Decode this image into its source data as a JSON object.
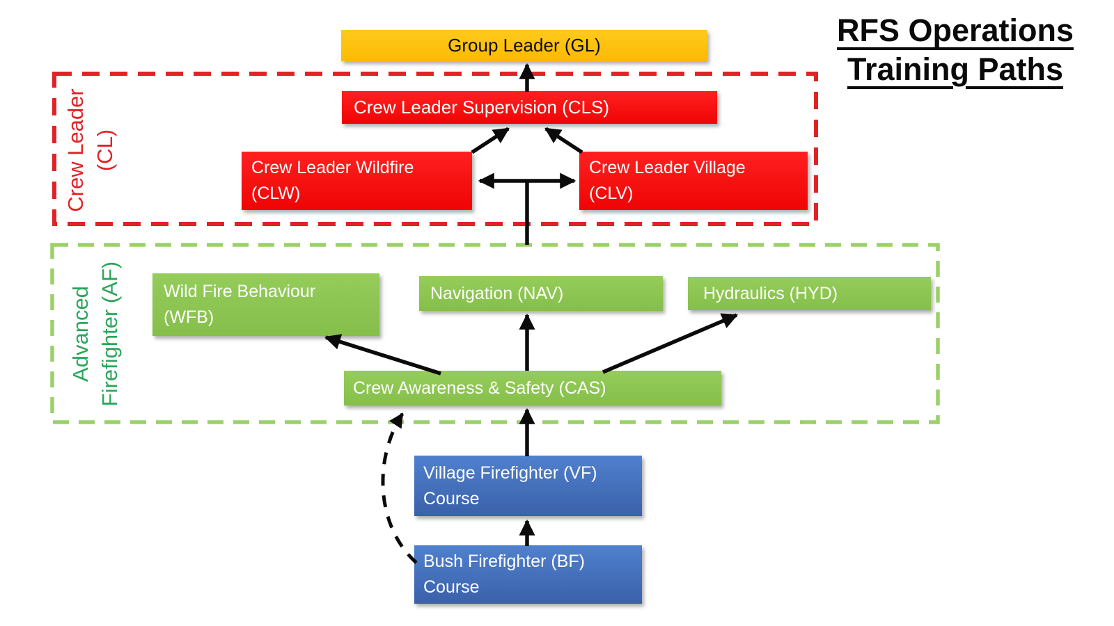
{
  "title": {
    "line1": "RFS Operations",
    "line2": "Training Paths"
  },
  "zones": {
    "cl": {
      "label_line1": "Crew Leader",
      "label_line2": "(CL)",
      "border_color": "#e02327",
      "label_color": "#e02327"
    },
    "af": {
      "label_line1": "Advanced",
      "label_line2": "Firefighter (AF)",
      "border_color": "#9bd169",
      "label_color": "#2aa65a"
    }
  },
  "nodes": {
    "gl": {
      "label": "Group Leader (GL)",
      "color": "#ffc000",
      "text_color": "#0d0d0d"
    },
    "cls": {
      "label": "Crew Leader Supervision (CLS)",
      "color": "#f50808",
      "text_color": "#ffffff"
    },
    "clw": {
      "line1": "Crew Leader Wildfire",
      "line2": "(CLW)",
      "color": "#f50808",
      "text_color": "#ffffff"
    },
    "clv": {
      "line1": "Crew Leader Village",
      "line2": "(CLV)",
      "color": "#f50808",
      "text_color": "#ffffff"
    },
    "wfb": {
      "line1": "Wild Fire Behaviour",
      "line2": "(WFB)",
      "color": "#8dc653",
      "text_color": "#ffffff"
    },
    "nav": {
      "label": "Navigation (NAV)",
      "color": "#8dc653",
      "text_color": "#ffffff"
    },
    "hyd": {
      "label": "Hydraulics (HYD)",
      "color": "#8dc653",
      "text_color": "#ffffff"
    },
    "cas": {
      "label": "Crew Awareness & Safety (CAS)",
      "color": "#8dc653",
      "text_color": "#ffffff"
    },
    "vf": {
      "line1": "Village Firefighter (VF)",
      "line2": "Course",
      "color": "#4472c4",
      "text_color": "#ffffff"
    },
    "bf": {
      "line1": "Bush Firefighter (BF)",
      "line2": "Course",
      "color": "#4472c4",
      "text_color": "#ffffff"
    }
  },
  "edges": [
    {
      "from": "bf",
      "to": "vf",
      "style": "solid"
    },
    {
      "from": "vf",
      "to": "cas",
      "style": "solid"
    },
    {
      "from": "bf",
      "to": "cas",
      "style": "dashed-curve"
    },
    {
      "from": "cas",
      "to": "wfb",
      "style": "solid"
    },
    {
      "from": "cas",
      "to": "nav",
      "style": "solid"
    },
    {
      "from": "cas",
      "to": "hyd",
      "style": "solid"
    },
    {
      "from": "af-zone",
      "to": "clw",
      "style": "solid-double-head"
    },
    {
      "from": "af-zone",
      "to": "clv",
      "style": "solid-double-head"
    },
    {
      "from": "clw",
      "to": "cls",
      "style": "solid"
    },
    {
      "from": "clv",
      "to": "cls",
      "style": "solid"
    },
    {
      "from": "cls",
      "to": "gl",
      "style": "solid"
    }
  ],
  "colors": {
    "arrow": "#0b0b0b",
    "background": "#ffffff"
  }
}
